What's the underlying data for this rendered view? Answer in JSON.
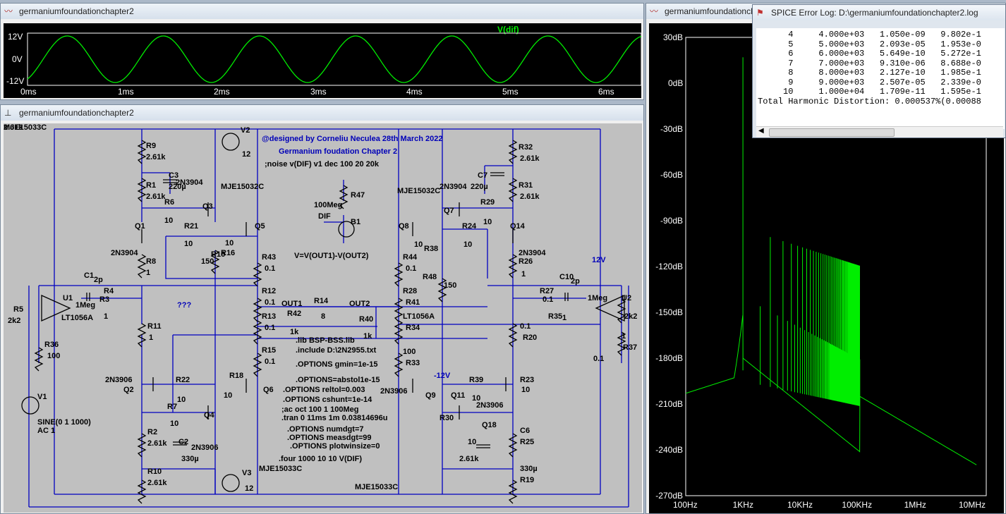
{
  "waveform_window": {
    "title": "germaniumfoundationchapter2",
    "trace": "V(dif)",
    "yticks": [
      "12V",
      "0V",
      "-12V"
    ],
    "xticks": [
      "0ms",
      "1ms",
      "2ms",
      "3ms",
      "4ms",
      "5ms",
      "6ms"
    ],
    "trace_color": "#00ee00"
  },
  "spectrum_window": {
    "title": "germaniumfoundationchapter2",
    "yticks": [
      "30dB",
      "0dB",
      "-30dB",
      "-60dB",
      "-90dB",
      "-120dB",
      "-150dB",
      "-180dB",
      "-210dB",
      "-240dB",
      "-270dB"
    ],
    "xticks": [
      "100Hz",
      "1KHz",
      "10KHz",
      "100KHz",
      "1MHz",
      "10MHz"
    ]
  },
  "schematic_window": {
    "title": "germaniumfoundationchapter2",
    "labels": [
      {
        "t": "@designed by Corneliu Neculea 28th March 2022",
        "c": "blue"
      },
      {
        "t": "Germanium foudation Chapter 2",
        "c": "blue"
      },
      {
        "t": ";noise v(DIF) v1 dec 100 20 20k"
      },
      {
        "t": "V2"
      },
      {
        "t": "12"
      },
      {
        "t": "R9"
      },
      {
        "t": "2.61k"
      },
      {
        "t": "C3"
      },
      {
        "t": "220µ"
      },
      {
        "t": "R1"
      },
      {
        "t": "2.61k"
      },
      {
        "t": "2N3904"
      },
      {
        "t": "MJE15032C"
      },
      {
        "t": "R6"
      },
      {
        "t": "10"
      },
      {
        "t": "Q3"
      },
      {
        "t": "Q1"
      },
      {
        "t": "R21"
      },
      {
        "t": "10"
      },
      {
        "t": "10"
      },
      {
        "t": "Q5"
      },
      {
        "t": "2N3904"
      },
      {
        "t": "R16"
      },
      {
        "t": "R16"
      },
      {
        "t": "150"
      },
      {
        "t": "R8"
      },
      {
        "t": "1"
      },
      {
        "t": "R43"
      },
      {
        "t": "0.1"
      },
      {
        "t": "C1"
      },
      {
        "t": "2p"
      },
      {
        "t": "R4"
      },
      {
        "t": "1Meg"
      },
      {
        "t": "U1"
      },
      {
        "t": "R3"
      },
      {
        "t": "1"
      },
      {
        "t": "R5"
      },
      {
        "t": "2k2"
      },
      {
        "t": "LT1056A"
      },
      {
        "t": "???",
        "c": "blue"
      },
      {
        "t": "R12"
      },
      {
        "t": "0.1"
      },
      {
        "t": "OUT1"
      },
      {
        "t": "R14"
      },
      {
        "t": "8"
      },
      {
        "t": "OUT2"
      },
      {
        "t": "R42"
      },
      {
        "t": "1k"
      },
      {
        "t": "R40"
      },
      {
        "t": "1k"
      },
      {
        "t": "R13"
      },
      {
        "t": "0.1"
      },
      {
        "t": "R11"
      },
      {
        "t": "1"
      },
      {
        "t": "R36"
      },
      {
        "t": "100"
      },
      {
        "t": ".lib BSP-BSS.lib"
      },
      {
        "t": ".include D:\\2N2955.txt"
      },
      {
        "t": "R15"
      },
      {
        "t": "0.1"
      },
      {
        "t": ".OPTIONS gmin=1e-15"
      },
      {
        "t": "2N3906"
      },
      {
        "t": "Q2"
      },
      {
        "t": "R22"
      },
      {
        "t": "10"
      },
      {
        "t": "R18"
      },
      {
        "t": "10"
      },
      {
        "t": "Q6"
      },
      {
        "t": ".OPTIONS=abstol1e-15"
      },
      {
        "t": ".OPTIONS reltol=0.003"
      },
      {
        "t": ".OPTIONS cshunt=1e-14"
      },
      {
        "t": ";ac oct 100 1 100Meg"
      },
      {
        "t": ".tran 0 11ms 1m 0.03814696u"
      },
      {
        "t": ".OPTIONS numdgt=7"
      },
      {
        "t": ".OPTIONS measdgt=99"
      },
      {
        "t": ".OPTIONS plotwinsize=0"
      },
      {
        "t": "V1"
      },
      {
        "t": "SINE(0 1 1000)"
      },
      {
        "t": "AC 1"
      },
      {
        "t": "R7"
      },
      {
        "t": "10"
      },
      {
        "t": "Q4"
      },
      {
        "t": "R2"
      },
      {
        "t": "2.61k"
      },
      {
        "t": "C2"
      },
      {
        "t": "2N3906"
      },
      {
        "t": "330µ"
      },
      {
        "t": "R10"
      },
      {
        "t": "2.61k"
      },
      {
        "t": ".four 1000 10 10 V(DIF)"
      },
      {
        "t": "V3"
      },
      {
        "t": "12"
      },
      {
        "t": "MJE15033C"
      },
      {
        "t": "MJE15033C"
      },
      {
        "t": "R47"
      },
      {
        "t": "100Meg"
      },
      {
        "t": "DIF"
      },
      {
        "t": "B1"
      },
      {
        "t": "V=V(OUT1)-V(OUT2)"
      },
      {
        "t": "R32"
      },
      {
        "t": "2.61k"
      },
      {
        "t": "C7"
      },
      {
        "t": "220µ"
      },
      {
        "t": "MJE15032C"
      },
      {
        "t": "2N3904"
      },
      {
        "t": "R31"
      },
      {
        "t": "2.61k"
      },
      {
        "t": "Q7"
      },
      {
        "t": "R29"
      },
      {
        "t": "10"
      },
      {
        "t": "Q8"
      },
      {
        "t": "R24"
      },
      {
        "t": "Q14"
      },
      {
        "t": "10"
      },
      {
        "t": "R38"
      },
      {
        "t": "10"
      },
      {
        "t": "2N3904"
      },
      {
        "t": "R44"
      },
      {
        "t": "0.1"
      },
      {
        "t": "R48"
      },
      {
        "t": "150"
      },
      {
        "t": "R26"
      },
      {
        "t": "1"
      },
      {
        "t": "12V",
        "c": "blue"
      },
      {
        "t": "C10"
      },
      {
        "t": "2p"
      },
      {
        "t": "R27"
      },
      {
        "t": "1Meg"
      },
      {
        "t": "U2"
      },
      {
        "t": "2k2"
      },
      {
        "t": "R28"
      },
      {
        "t": "R41"
      },
      {
        "t": "0.1"
      },
      {
        "t": "R35"
      },
      {
        "t": "1"
      },
      {
        "t": "LT1056A"
      },
      {
        "t": "R34"
      },
      {
        "t": "0.1"
      },
      {
        "t": "R20"
      },
      {
        "t": "1"
      },
      {
        "t": "R37"
      },
      {
        "t": "100"
      },
      {
        "t": "R33"
      },
      {
        "t": "0.1"
      },
      {
        "t": "-12V",
        "c": "blue"
      },
      {
        "t": "R39"
      },
      {
        "t": "R23"
      },
      {
        "t": "2N3906"
      },
      {
        "t": "Q9"
      },
      {
        "t": "10"
      },
      {
        "t": "10"
      },
      {
        "t": "Q11"
      },
      {
        "t": "2N3906"
      },
      {
        "t": "R30"
      },
      {
        "t": "Q18"
      },
      {
        "t": "10"
      },
      {
        "t": "C6"
      },
      {
        "t": "R25"
      },
      {
        "t": "2.61k"
      },
      {
        "t": "330µ"
      },
      {
        "t": "R19"
      },
      {
        "t": "2.61k"
      },
      {
        "t": "MJE15033C"
      }
    ]
  },
  "error_log": {
    "title": "SPICE Error Log: D:\\germaniumfoundationchapter2.log",
    "rows": [
      [
        "4",
        "4.000e+03",
        "1.050e-09",
        "9.802e-1"
      ],
      [
        "5",
        "5.000e+03",
        "2.093e-05",
        "1.953e-0"
      ],
      [
        "6",
        "6.000e+03",
        "5.649e-10",
        "5.272e-1"
      ],
      [
        "7",
        "7.000e+03",
        "9.310e-06",
        "8.688e-0"
      ],
      [
        "8",
        "8.000e+03",
        "2.127e-10",
        "1.985e-1"
      ],
      [
        "9",
        "9.000e+03",
        "2.507e-05",
        "2.339e-0"
      ],
      [
        "10",
        "1.000e+04",
        "1.709e-11",
        "1.595e-1"
      ]
    ],
    "thd": "Total Harmonic Distortion: 0.000537%(0.00088"
  }
}
